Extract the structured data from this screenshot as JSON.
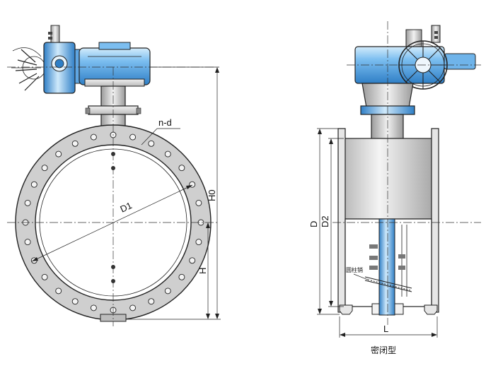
{
  "labels": {
    "n_d": "n-d",
    "d1": "D1",
    "h0": "H0",
    "h": "H",
    "d": "D",
    "d2": "D2",
    "l": "L",
    "pin": "圆柱销",
    "caption": "密闭型"
  },
  "colors": {
    "actuator_blue": "#3d8fd6",
    "actuator_light": "#a9d3f2",
    "body_gray": "#d9d9d9",
    "body_dark": "#9a9a9a",
    "line": "#222222"
  }
}
